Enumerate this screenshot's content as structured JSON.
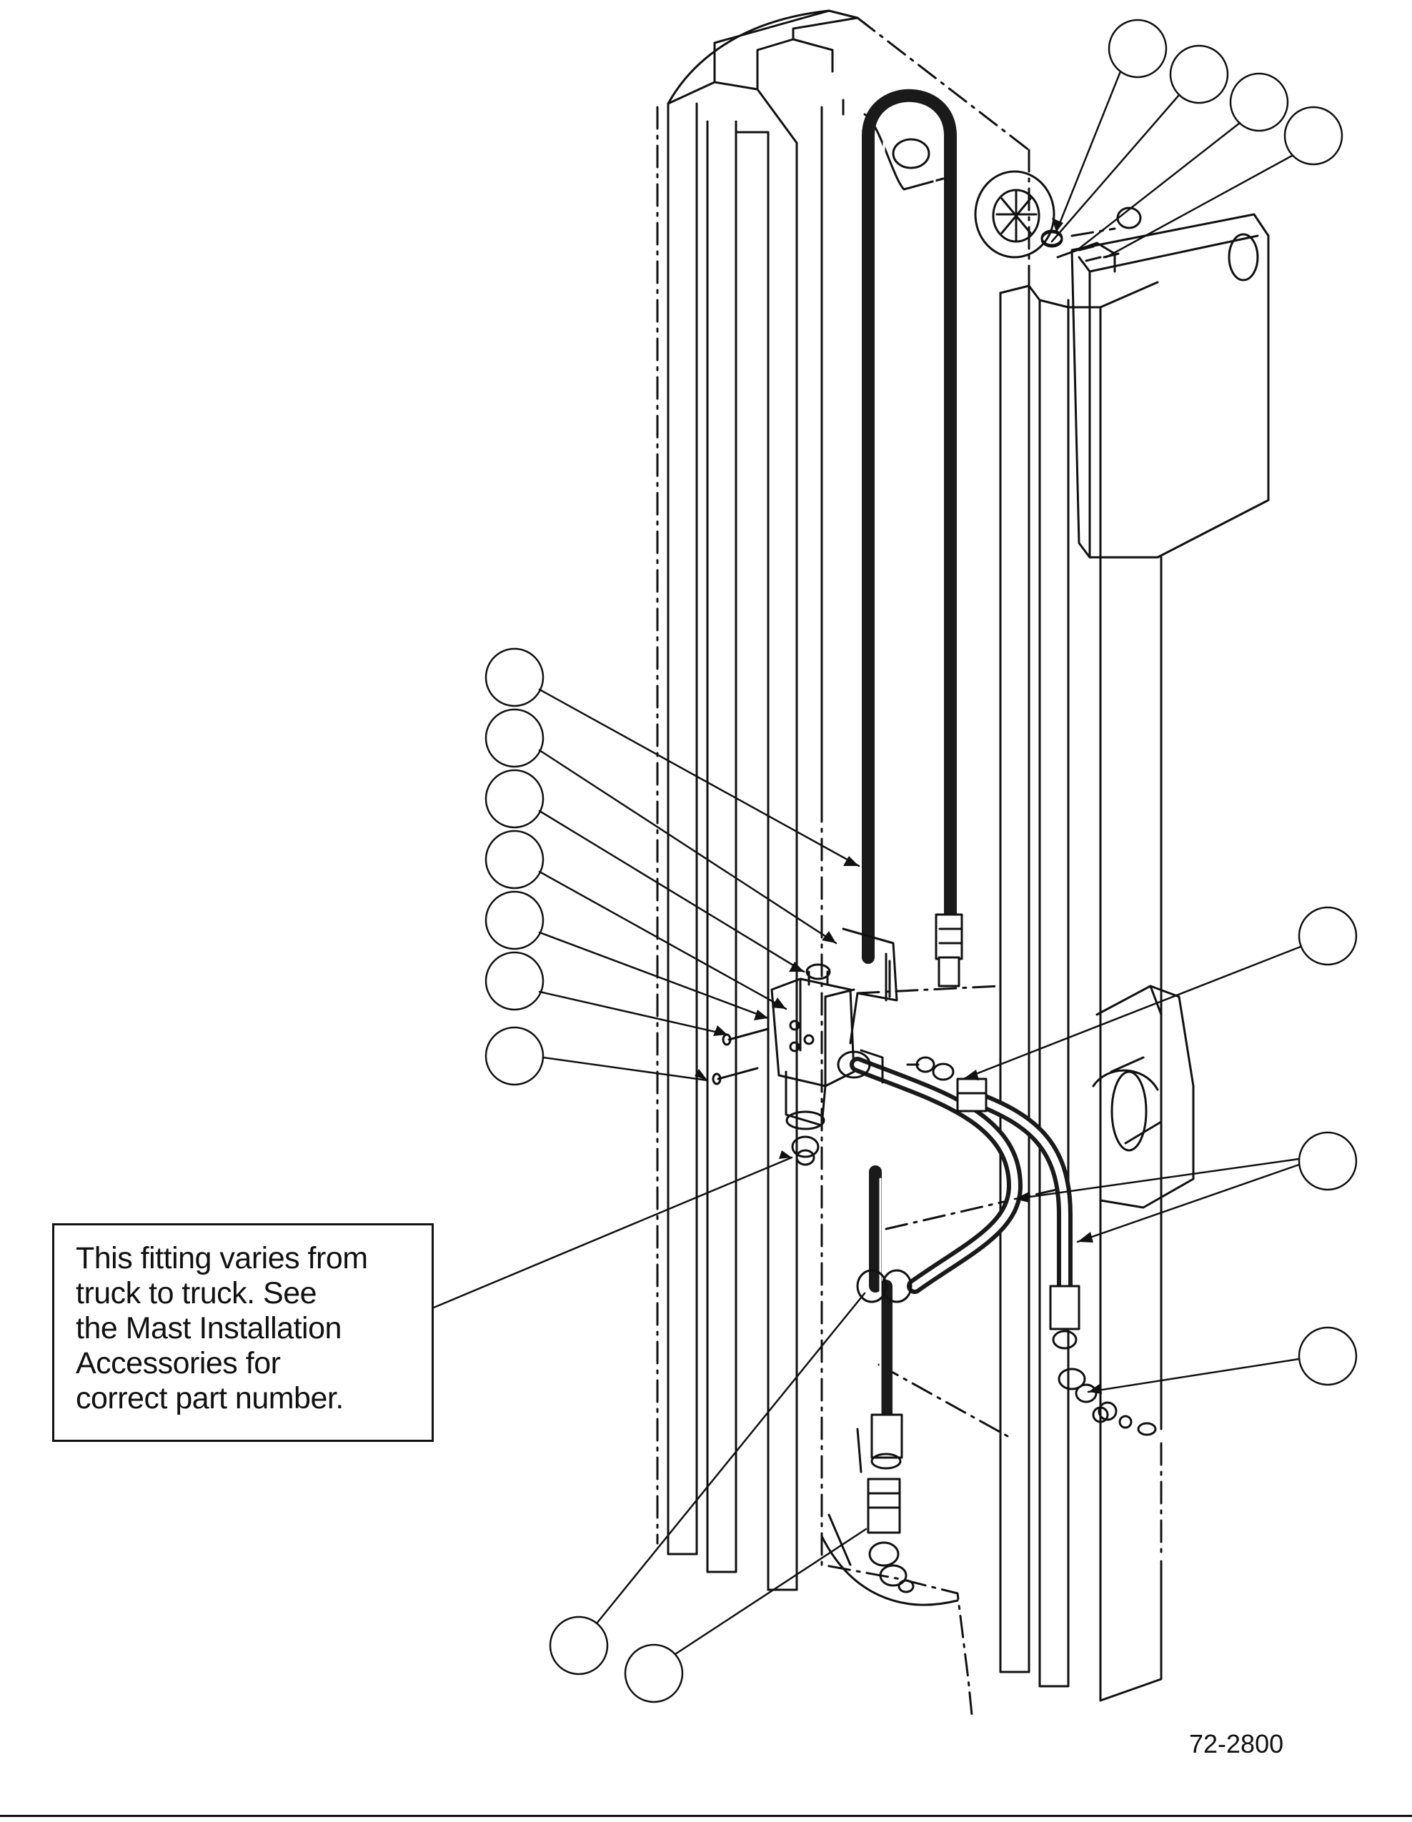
{
  "note": {
    "lines": [
      "This fitting varies from",
      "truck to truck.  See",
      "the Mast Installation",
      "Accessories for",
      "correct part number."
    ]
  },
  "drawing_number": "72-2800",
  "colors": {
    "ink": "#111111",
    "paper": "#ffffff"
  }
}
